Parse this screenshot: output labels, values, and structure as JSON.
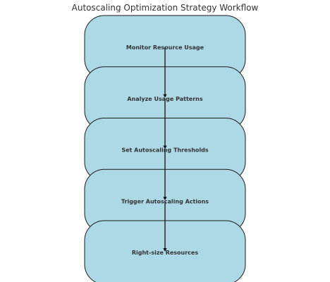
{
  "diagram": {
    "title": "Autoscaling Optimization Strategy Workflow",
    "node_fill": "#add8e6",
    "node_stroke": "#1a1a1a",
    "edge_color": "#111111",
    "nodes": [
      {
        "id": "monitor",
        "label": "Monitor Resource Usage"
      },
      {
        "id": "analyze",
        "label": "Analyze Usage Patterns"
      },
      {
        "id": "thresholds",
        "label": "Set Autoscaling Thresholds"
      },
      {
        "id": "trigger",
        "label": "Trigger Autoscaling Actions"
      },
      {
        "id": "rightsize",
        "label": "Right-size Resources"
      }
    ],
    "edges": [
      {
        "from": "monitor",
        "to": "analyze"
      },
      {
        "from": "analyze",
        "to": "thresholds"
      },
      {
        "from": "thresholds",
        "to": "trigger"
      },
      {
        "from": "trigger",
        "to": "rightsize"
      }
    ]
  }
}
